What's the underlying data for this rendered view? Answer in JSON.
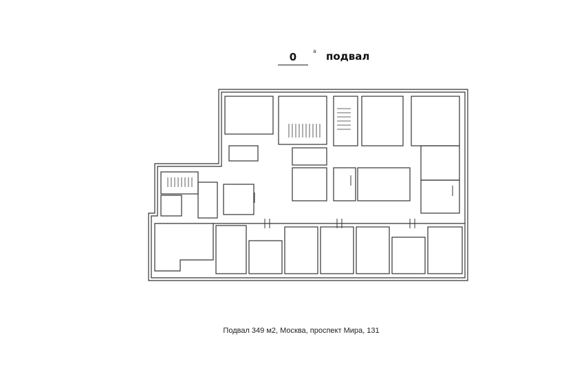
{
  "header": {
    "floor_number": "0",
    "floor_mark": "а",
    "floor_name": "подвал"
  },
  "caption": "Подвал 349 м2, Москва, проспект Мира, 131"
}
